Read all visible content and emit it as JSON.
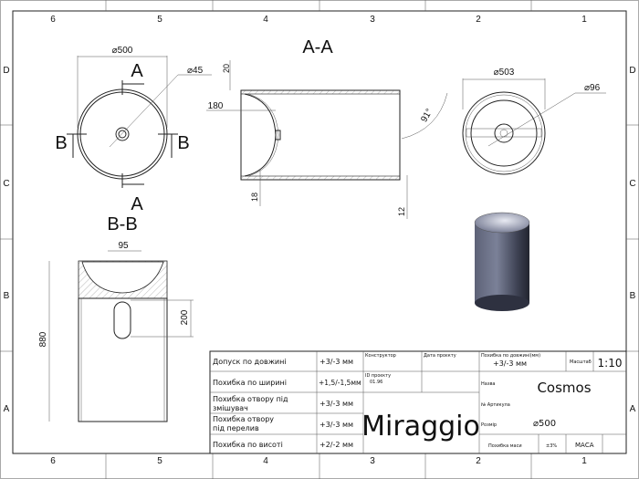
{
  "frame": {
    "columns": [
      "6",
      "5",
      "4",
      "3",
      "2",
      "1"
    ],
    "rows": [
      "D",
      "C",
      "B",
      "A"
    ]
  },
  "views": {
    "top_view": {
      "diameter": "⌀500",
      "drain_diameter": "⌀45",
      "section_a_marks": [
        "A",
        "A"
      ],
      "section_b_marks": [
        "B",
        "B"
      ]
    },
    "section_aa": {
      "title": "A-A",
      "dims": {
        "top": "20",
        "depth": "180",
        "bottom": "18",
        "base": "12",
        "angle": "91°"
      }
    },
    "bottom_view": {
      "diameter": "⌀503",
      "hole_diameter": "⌀96"
    },
    "section_bb": {
      "title": "B-B",
      "dims": {
        "width": "95",
        "height": "880",
        "opening": "200"
      }
    },
    "render_3d": {
      "color": "#6e7389"
    }
  },
  "title_block": {
    "tolerances": [
      {
        "label": "Допуск по довжині",
        "value": "+3/-3 мм"
      },
      {
        "label": "Похибка по ширині",
        "value": "+1,5/-1,5мм"
      },
      {
        "label": "Похибка отвору під змішувач",
        "value": "+3/-3 мм"
      },
      {
        "label": "Похибка отвору під перелив",
        "value": "+3/-3 мм"
      },
      {
        "label": "Похибка по висоті",
        "value": "+2/-2 мм"
      }
    ],
    "designer_label": "Конструктор",
    "date_label": "Дата проєкту",
    "project_id_label": "ID проєкту",
    "project_id": "01.96",
    "brand": "Miraggio",
    "length_tol_label": "Похибка по довжині(мм)",
    "length_tol_value": "+3/-3 мм",
    "scale_label": "Масштаб",
    "scale_value": "1:10",
    "name_label": "Назва",
    "name_value": "Cosmos",
    "article_label": "№ Артикула",
    "size_label": "Розмір",
    "size_value": "⌀500",
    "mass_tol_label": "Похибка маси",
    "mass_tol_value": "±3%",
    "mass_label": "МАСА"
  }
}
